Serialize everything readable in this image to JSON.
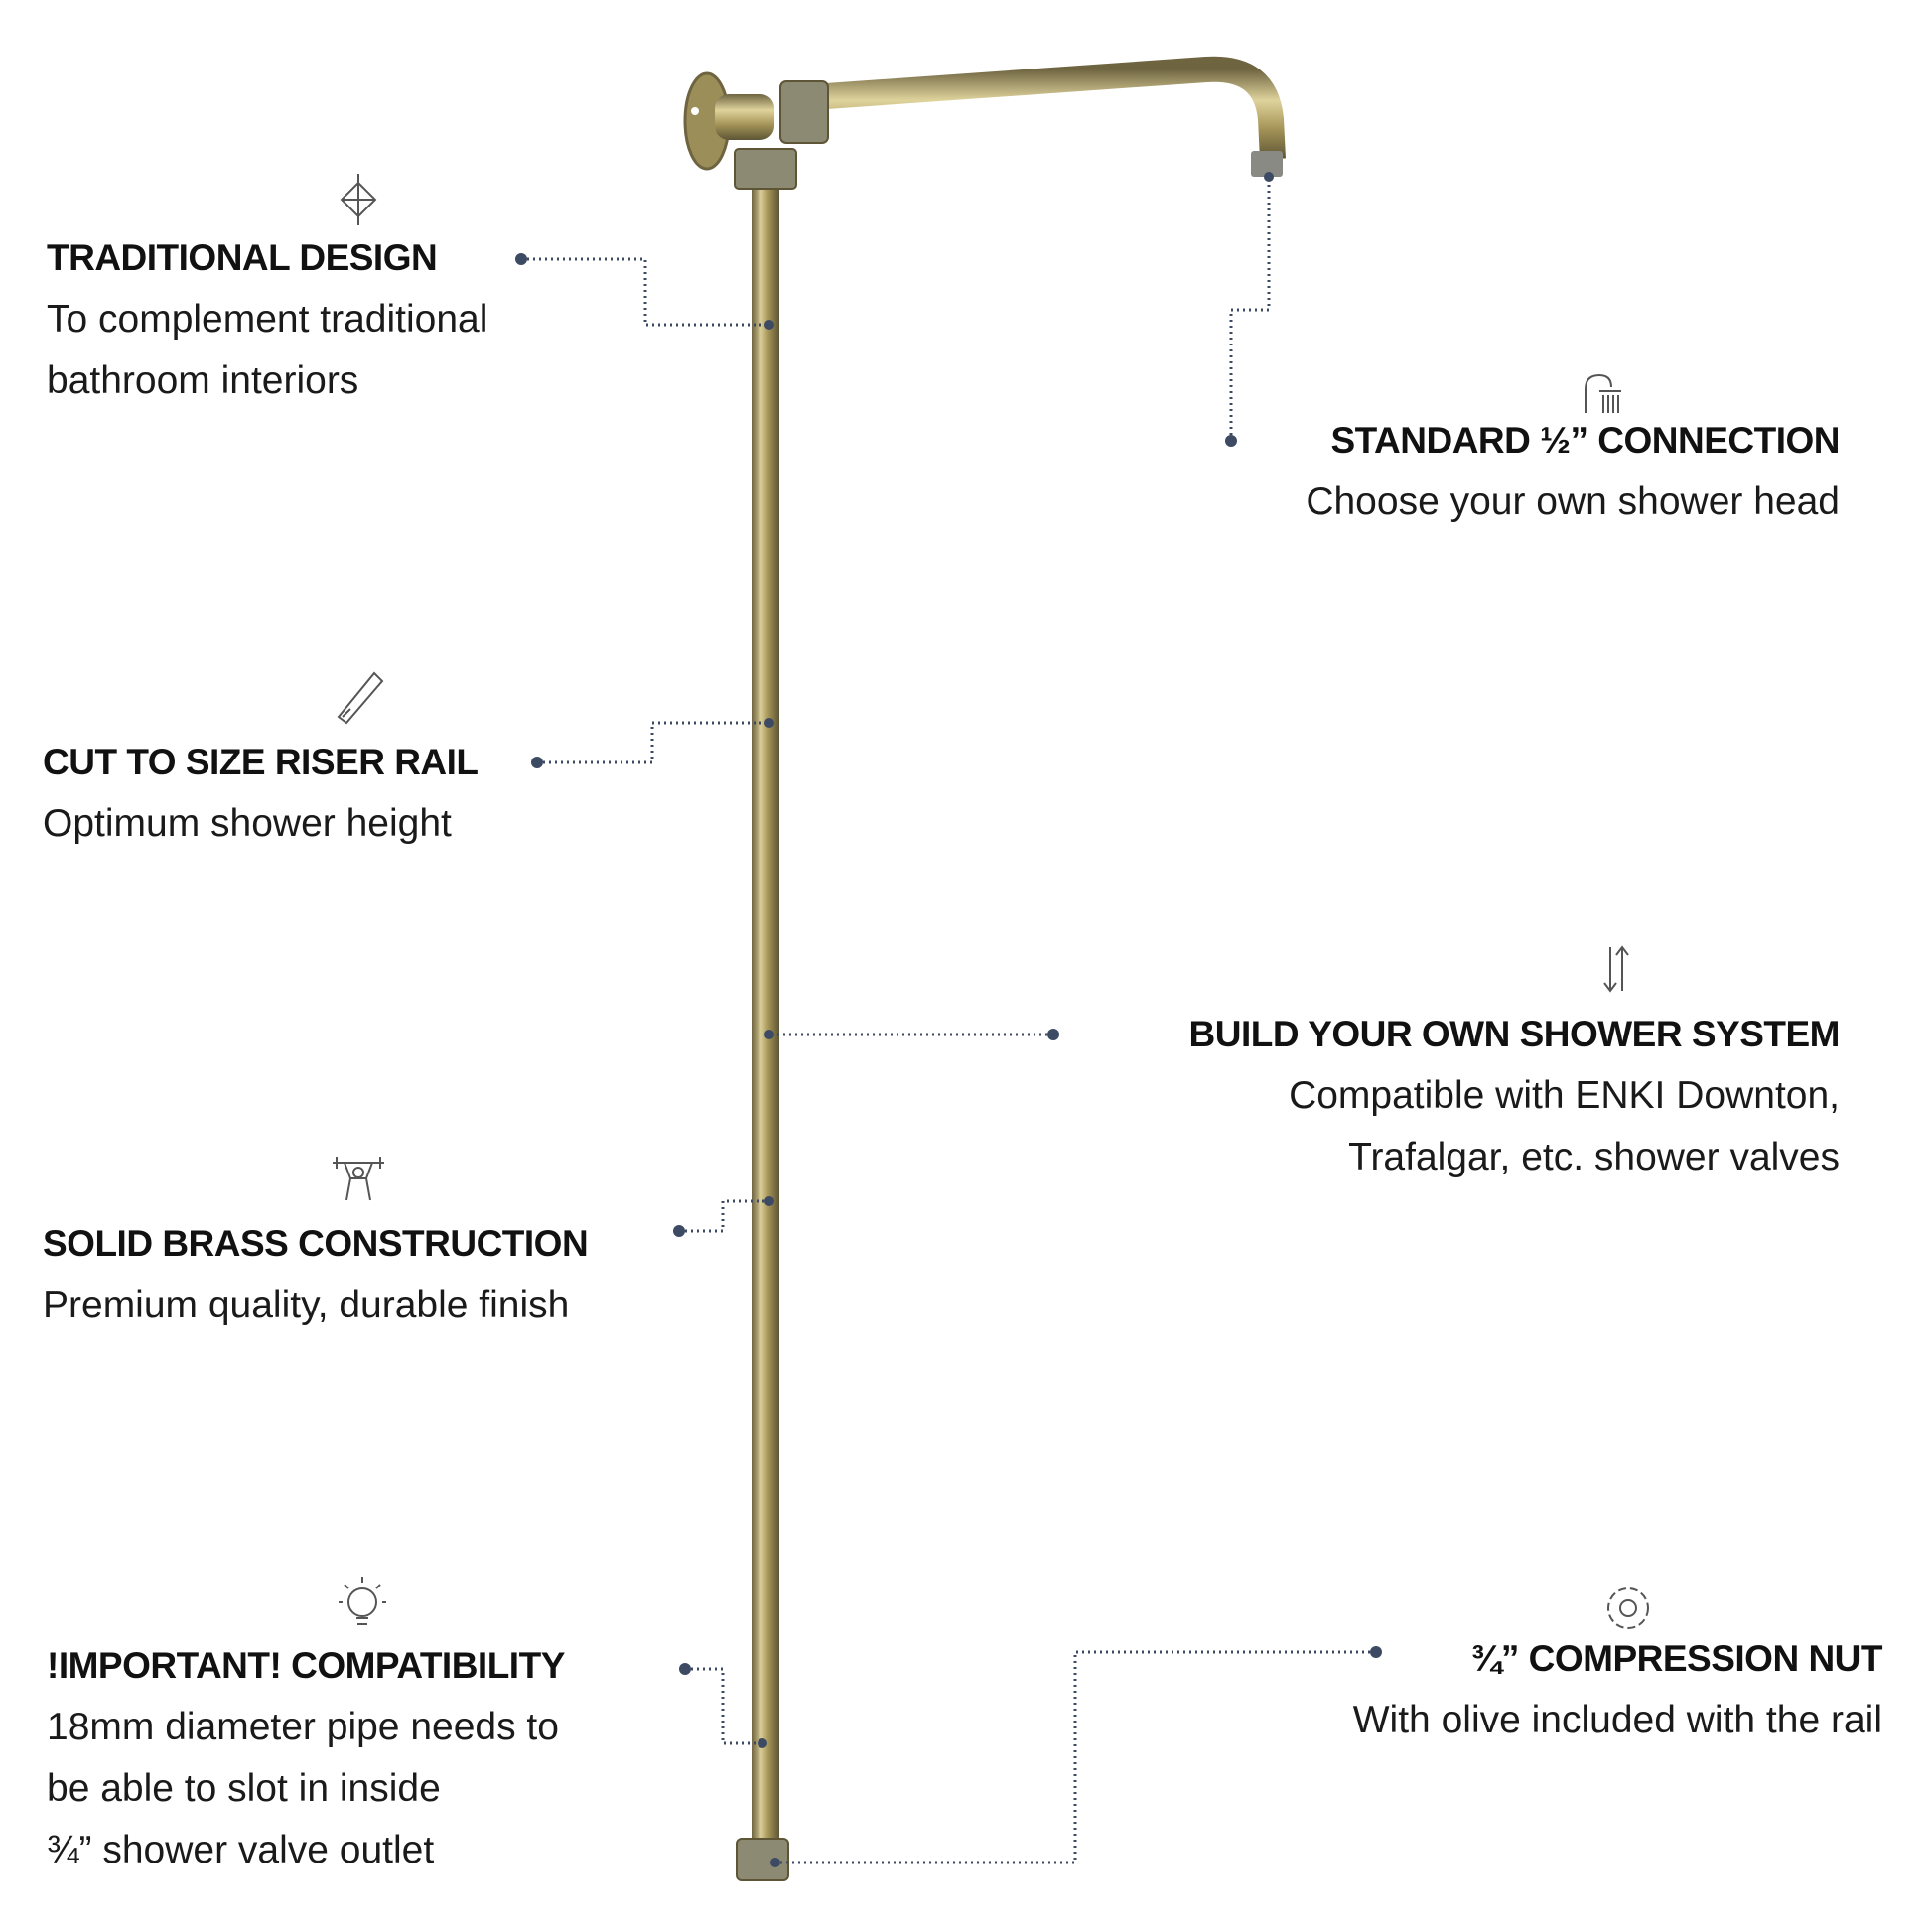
{
  "colors": {
    "connector": "#3d4a63",
    "brass": "#a8975a",
    "text": "#111111"
  },
  "features": [
    {
      "icon": "knot-icon",
      "title": "TRADITIONAL DESIGN",
      "lines": [
        "To complement traditional",
        "bathroom interiors"
      ]
    },
    {
      "icon": "shower-head-icon",
      "title": "STANDARD ½” CONNECTION",
      "lines": [
        "Choose your own shower head"
      ]
    },
    {
      "icon": "saw-icon",
      "title": "CUT TO SIZE RISER RAIL",
      "lines": [
        "Optimum shower height"
      ]
    },
    {
      "icon": "arrows-icon",
      "title": "BUILD YOUR OWN SHOWER SYSTEM",
      "lines": [
        "Compatible with ENKI Downton,",
        "Trafalgar, etc. shower valves"
      ]
    },
    {
      "icon": "weightlifter-icon",
      "title": "SOLID BRASS CONSTRUCTION",
      "lines": [
        "Premium quality, durable finish"
      ]
    },
    {
      "icon": "lightbulb-icon",
      "title": "!IMPORTANT! COMPATIBILITY",
      "lines": [
        "18mm diameter pipe needs to",
        "be able to slot in inside",
        "¾” shower valve outlet"
      ]
    },
    {
      "icon": "gear-icon",
      "title": "¾” COMPRESSION NUT",
      "lines": [
        "With olive included with the rail"
      ]
    }
  ]
}
